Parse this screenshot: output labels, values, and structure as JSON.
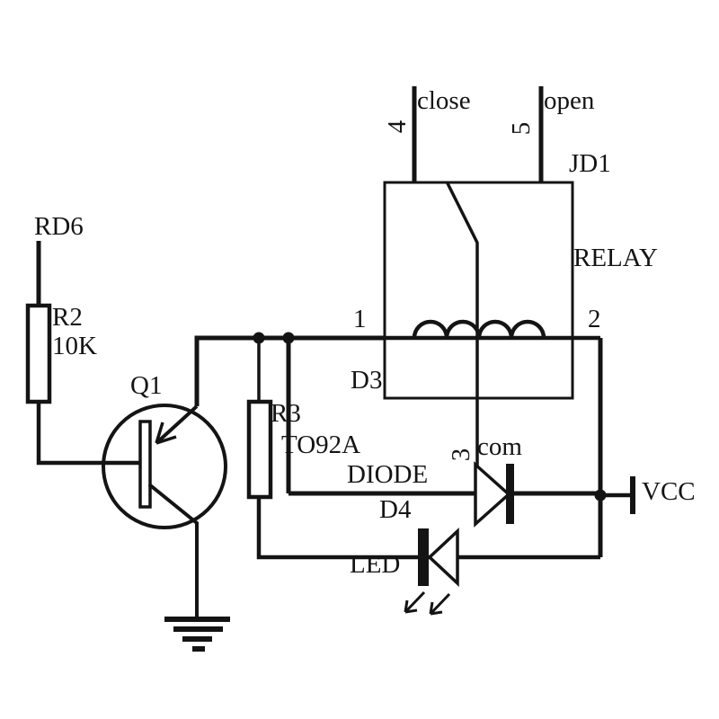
{
  "colors": {
    "ink": "#141414",
    "paper": "#ffffff"
  },
  "schematic": {
    "kind": "relay driver circuit",
    "nets": {
      "input": "RD6",
      "power": "VCC"
    },
    "components": {
      "r2": {
        "ref": "R2",
        "value": "10K"
      },
      "q1": {
        "ref": "Q1",
        "package": "TO92A"
      },
      "r3": {
        "ref": "R3"
      },
      "jd1": {
        "ref": "JD1",
        "value": "RELAY"
      },
      "d3": {
        "ref": "D3",
        "value": "DIODE"
      },
      "d4": {
        "ref": "D4",
        "value": "LED"
      }
    },
    "relay_pins": {
      "coil_a": "1",
      "coil_b": "2",
      "com": "3",
      "close_pin": "4",
      "open_pin": "5"
    },
    "contact_labels": {
      "close": "close",
      "open": "open",
      "com": "com"
    }
  }
}
